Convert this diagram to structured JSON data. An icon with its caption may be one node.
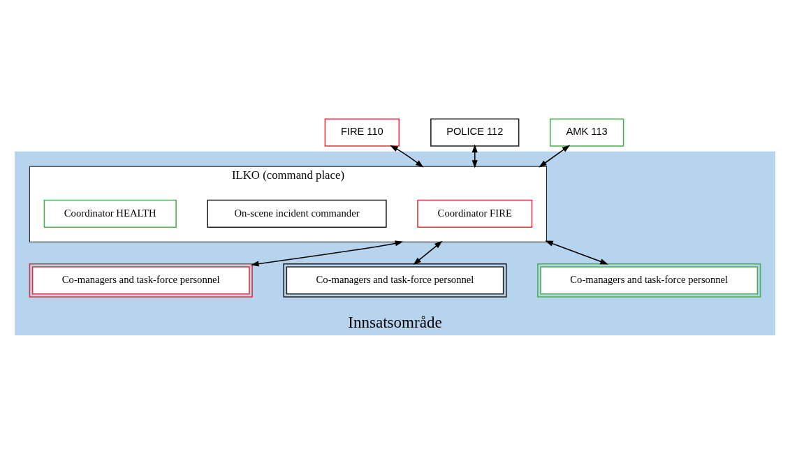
{
  "diagram": {
    "nodes": [
      {
        "text": [
          "FIRE 110"
        ]
      },
      {
        "text": [
          "POLICE 112"
        ]
      },
      {
        "text": [
          "AMK 113"
        ]
      },
      {
        "text": [
          "Innsatsområde"
        ]
      },
      {
        "text": [
          "ILKO (command place)"
        ],
        "in": 3
      },
      {
        "text": [
          "Coordinator FIRE"
        ],
        "in": 4
      },
      {
        "text": [
          "On-scene incident commander"
        ],
        "in": 4
      },
      {
        "text": [
          "Coordinator HEALTH"
        ],
        "in": 4
      },
      {
        "text": [
          "Co-managers and task-force personnel"
        ],
        "in": 3
      },
      {
        "text": [
          "Co-managers and task-force personnel"
        ],
        "in": 3
      },
      {
        "text": [
          "Co-managers and task-force personnel"
        ],
        "in": 3
      }
    ],
    "edges": [
      {
        "from": 0,
        "to": 4,
        "arrow": "both"
      },
      {
        "from": 1,
        "to": 4,
        "arrow": "both"
      },
      {
        "from": 2,
        "to": 4,
        "arrow": "both"
      },
      {
        "from": 4,
        "to": 8,
        "arrow": "both"
      },
      {
        "from": 4,
        "to": 9,
        "arrow": "both"
      },
      {
        "from": 4,
        "to": 10,
        "arrow": "both"
      }
    ]
  }
}
